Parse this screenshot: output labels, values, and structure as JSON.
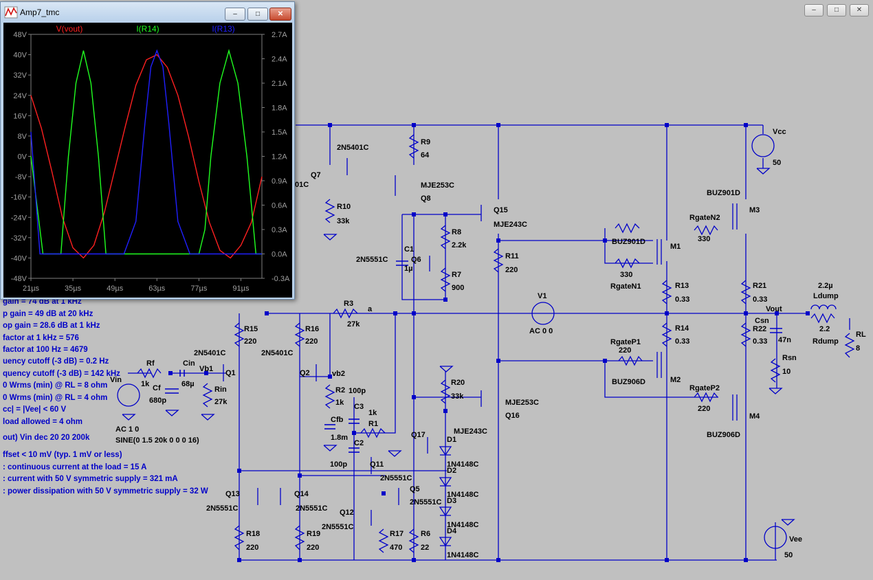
{
  "schematic_window": {
    "controls": {
      "minimize": "–",
      "maximize": "□",
      "close": "✕"
    }
  },
  "plot_window": {
    "title": "Amp7_tmc",
    "icon": "waveform-icon",
    "controls": {
      "minimize": "–",
      "maximize": "□",
      "close": "✕"
    }
  },
  "chart_data": {
    "type": "line",
    "series": [
      {
        "name": "V(vout)",
        "color": "#ff2020",
        "axis": "left",
        "x": [
          21,
          24.5,
          28,
          31.5,
          35,
          38.5,
          42,
          45.5,
          49,
          52.5,
          56,
          59.5,
          63,
          66.5,
          70,
          73.5,
          77,
          80.5,
          84,
          87.5,
          91,
          94.5,
          98
        ],
        "y": [
          24,
          11,
          -6,
          -24,
          -36,
          -40,
          -35,
          -22,
          -5,
          12,
          28,
          38,
          40,
          35,
          24,
          8,
          -10,
          -26,
          -37,
          -40,
          -35,
          -26,
          -8
        ]
      },
      {
        "name": "I(R14)",
        "color": "#20ff20",
        "axis": "right",
        "x": [
          21,
          25,
          28,
          31,
          33.5,
          36,
          38.5,
          41,
          43.5,
          46,
          49,
          52,
          54,
          57,
          60,
          63,
          66,
          69,
          72,
          75,
          77,
          79,
          81,
          84,
          87,
          90,
          93,
          96,
          98
        ],
        "y": [
          1.2,
          0,
          0,
          0,
          1.2,
          2.1,
          2.5,
          2.1,
          1.2,
          0,
          0,
          0,
          0,
          0,
          0,
          0,
          0,
          0,
          0,
          0,
          0,
          0.3,
          1.2,
          2.1,
          2.5,
          2.1,
          1.2,
          0,
          0
        ]
      },
      {
        "name": "I(R13)",
        "color": "#2020ff",
        "axis": "right",
        "x": [
          21,
          24,
          28,
          35,
          42,
          48,
          52,
          56,
          59,
          61,
          63,
          65,
          67,
          70,
          74,
          80,
          88,
          98
        ],
        "y": [
          1.5,
          0,
          0,
          0,
          0,
          0,
          0,
          0.4,
          1.6,
          2.3,
          2.5,
          2.3,
          1.6,
          0.4,
          0,
          0,
          0,
          0
        ]
      }
    ],
    "x_ticks": [
      "21µs",
      "35µs",
      "49µs",
      "63µs",
      "77µs",
      "91µs"
    ],
    "x_tick_values": [
      21,
      35,
      49,
      63,
      77,
      91
    ],
    "xlim": [
      21,
      98
    ],
    "left_ticks": [
      "48V",
      "40V",
      "32V",
      "24V",
      "16V",
      "8V",
      "0V",
      "-8V",
      "-16V",
      "-24V",
      "-32V",
      "-40V",
      "-48V"
    ],
    "left_tick_values": [
      48,
      40,
      32,
      24,
      16,
      8,
      0,
      -8,
      -16,
      -24,
      -32,
      -40,
      -48
    ],
    "left_ylim": [
      -48,
      48
    ],
    "right_ticks": [
      "2.7A",
      "2.4A",
      "2.1A",
      "1.8A",
      "1.5A",
      "1.2A",
      "0.9A",
      "0.6A",
      "0.3A",
      "0.0A",
      "-0.3A"
    ],
    "right_tick_values": [
      2.7,
      2.4,
      2.1,
      1.8,
      1.5,
      1.2,
      0.9,
      0.6,
      0.3,
      0,
      -0.3
    ],
    "right_ylim": [
      -0.3,
      2.7
    ]
  },
  "notes": [
    "gain = 74 dB at 1 kHz",
    "p gain = 49 dB at 20 kHz",
    "op gain = 28.6 dB at 1 kHz",
    "factor at 1 kHz = 576",
    "factor at 100 Hz = 4679",
    "uency cutoff (-3 dB) = 0.2 Hz",
    "quency cutoff (-3 dB) = 142 kHz",
    "0 Wrms (min) @ RL = 8 ohm",
    "0 Wrms (min) @ RL = 4 ohm",
    "cc| = |Vee| < 60 V",
    "load allowed = 4 ohm",
    "out) Vin dec 20 20 200k",
    "ffset < 10 mV (typ. 1 mV or less)",
    ": continuous current at the load = 15 A",
    ": current with 50 V symmetric supply = 321 mA",
    ": power dissipation with 50 V symmetric supply = 32 W"
  ],
  "labels": {
    "vin": "Vin",
    "vin_ac": "AC 1 0",
    "vin_sine": "SINE(0 1.5 20k 0 0 0 16)",
    "rf": "Rf",
    "rf_val": "1k",
    "cf": "Cf",
    "cf_val": "680p",
    "cin": "Cin",
    "cin_val": "68µ",
    "vb1": "Vb1",
    "rin": "Rin",
    "rin_val": "27k",
    "q1": "Q1",
    "q1_type": "2N5401C",
    "q2": "Q2",
    "q2_type": "2N5401C",
    "r15": "R15",
    "r15_val": "220",
    "r16": "R16",
    "r16_val": "220",
    "vb2": "vb2",
    "r2": "R2",
    "r2_val": "1k",
    "cfb": "Cfb",
    "cfb_val": "1.8m",
    "c3": "C3",
    "c3_val": "100p",
    "r1": "R1",
    "r1_val": "1k",
    "c2": "C2",
    "c2_val": "100p",
    "r3": "R3",
    "r3_val": "27k",
    "net_a": "a",
    "q7": "Q7",
    "q7_type": "2N5401C",
    "q7_partial": "01C",
    "r9": "R9",
    "r9_val": "64",
    "q8": "Q8",
    "q8_type": "MJE253C",
    "r10": "R10",
    "r10_val": "33k",
    "q15": "Q15",
    "q15_type": "MJE243C",
    "r8": "R8",
    "r8_val": "2.2k",
    "c1": "C1",
    "c1_val": "1µ",
    "q6": "Q6",
    "q6_type": "2N5551C",
    "r7": "R7",
    "r7_val": "900",
    "r11": "R11",
    "r11_val": "220",
    "v1": "V1",
    "v1_val": "AC 0 0",
    "r20": "R20",
    "r20_val": "33k",
    "q16": "Q16",
    "q16_type": "MJE253C",
    "q17": "Q17",
    "q17_type": "MJE243C",
    "d1": "D1",
    "d2": "D2",
    "d3": "D3",
    "d4": "D4",
    "diode_type": "1N4148C",
    "q11": "Q11",
    "q11_type": "2N5551C",
    "q5": "Q5",
    "q5_type": "2N5551C",
    "q12": "Q12",
    "q12_type": "2N5551C",
    "r17": "R17",
    "r17_val": "470",
    "r6": "R6",
    "r6_val": "22",
    "q13": "Q13",
    "q13_type": "2N5551C",
    "q14": "Q14",
    "q14_type": "2N5551C",
    "r18": "R18",
    "r18_val": "220",
    "r19": "R19",
    "r19_val": "220",
    "m1": "M1",
    "m1_type": "BUZ901D",
    "rgaten1": "RgateN1",
    "rgaten1_val": "330",
    "r13": "R13",
    "r13_val": "0.33",
    "r14": "R14",
    "r14_val": "0.33",
    "m2": "M2",
    "m2_type": "BUZ906D",
    "rgatep1": "RgateP1",
    "rgatep1_val": "220",
    "m3": "M3",
    "m3_type": "BUZ901D",
    "rgaten2": "RgateN2",
    "rgaten2_val": "330",
    "m4": "M4",
    "m4_type": "BUZ906D",
    "rgatep2": "RgateP2",
    "rgatep2_val": "220",
    "r21": "R21",
    "r21_val": "0.33",
    "r22": "R22",
    "r22_val": "0.33",
    "vout": "Vout",
    "csn": "Csn",
    "csn_val": "47n",
    "rsn": "Rsn",
    "rsn_val": "10",
    "ldump": "Ldump",
    "ldump_val": "2.2µ",
    "rdump": "Rdump",
    "rdump_val": "2.2",
    "rl": "RL",
    "rl_val": "8",
    "vcc": "Vcc",
    "vcc_val": "50",
    "vee": "Vee",
    "vee_val": "50"
  }
}
